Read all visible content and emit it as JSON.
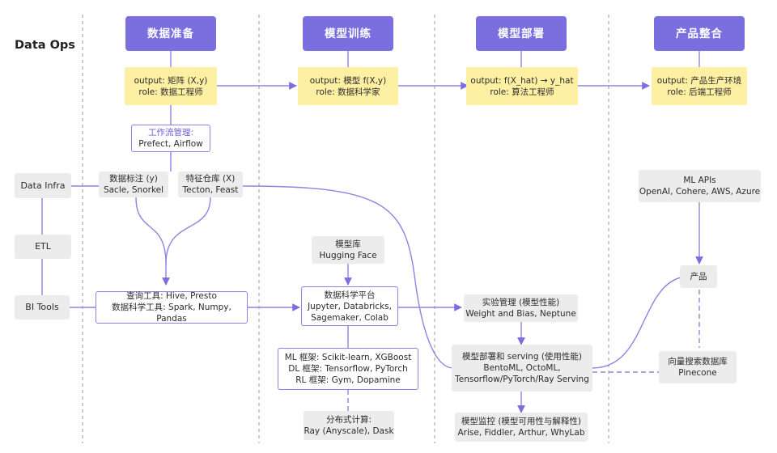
{
  "title": "Data Ops",
  "stages": {
    "s1": "数据准备",
    "s2": "模型训练",
    "s3": "模型部署",
    "s4": "产品整合"
  },
  "outputs": {
    "o1": {
      "line1": "output: 矩阵 (X,y)",
      "line2": "role: 数据工程师"
    },
    "o2": {
      "line1": "output: 模型 f(X,y)",
      "line2": "role: 数据科学家"
    },
    "o3": {
      "line1": "output: f(X_hat) → y_hat",
      "line2": "role: 算法工程师"
    },
    "o4": {
      "line1": "output: 产品生产环境",
      "line2": "role: 后端工程师"
    }
  },
  "left_nodes": {
    "data_infra": "Data Infra",
    "etl": "ETL",
    "bi_tools": "BI Tools"
  },
  "nodes": {
    "workflow": {
      "line1": "工作流管理:",
      "line2": "Prefect, Airflow"
    },
    "labeling": {
      "line1": "数据标注 (y)",
      "line2": "Sacle, Snorkel"
    },
    "feature_store": {
      "line1": "特征仓库 (X)",
      "line2": "Tecton, Feast"
    },
    "query_tools": {
      "line1": "查询工具: Hive, Presto",
      "line2": "数据科学工具: Spark, Numpy, Pandas"
    },
    "model_hub": {
      "line1": "模型库",
      "line2": "Hugging Face"
    },
    "ds_platform": {
      "line1": "数据科学平台",
      "line2": "Jupyter, Databricks,",
      "line3": "Sagemaker, Colab"
    },
    "frameworks": {
      "line1": "ML 框架: Scikit-learn, XGBoost",
      "line2": "DL 框架: Tensorflow, PyTorch",
      "line3": "RL 框架: Gym, Dopamine"
    },
    "distributed": {
      "line1": "分布式计算:",
      "line2": "Ray (Anyscale), Dask"
    },
    "experiment": {
      "line1": "实验管理 (模型性能)",
      "line2": "Weight and Bias, Neptune"
    },
    "serving": {
      "line1": "模型部署和 serving (使用性能)",
      "line2": "BentoML, OctoML,",
      "line3": "Tensorflow/PyTorch/Ray Serving"
    },
    "monitoring": {
      "line1": "模型监控 (模型可用性与解释性)",
      "line2": "Arise, Fiddler, Arthur, WhyLab"
    },
    "ml_apis": {
      "line1": "ML APIs",
      "line2": "OpenAI, Cohere, AWS, Azure"
    },
    "product": {
      "line1": "产品"
    },
    "vector_db": {
      "line1": "向量搜索数据库",
      "line2": "Pinecone"
    }
  },
  "colors": {
    "accent": "#7b6fe0",
    "line": "#8d83e4",
    "yellow": "#fdf0a3",
    "gray": "#ececec"
  }
}
